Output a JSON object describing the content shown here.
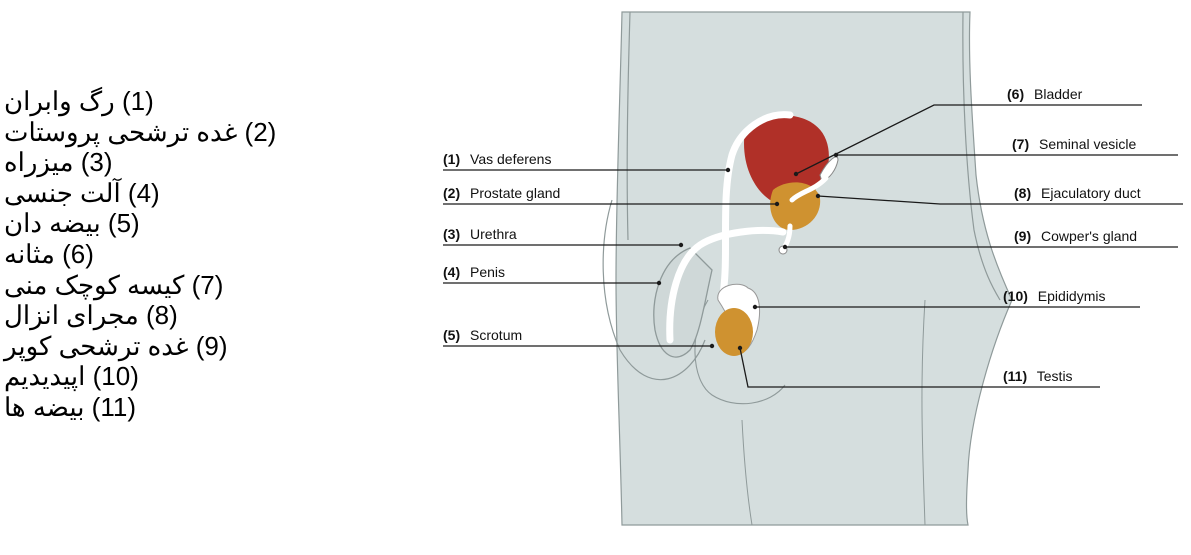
{
  "legend": [
    {
      "num": "(1)",
      "fa": "رگ وابران"
    },
    {
      "num": "(2)",
      "fa": "غده ترشحی پروستات"
    },
    {
      "num": "(3)",
      "fa": "میزراه"
    },
    {
      "num": "(4)",
      "fa": "آلت جنسی"
    },
    {
      "num": "(5)",
      "fa": "بیضه دان"
    },
    {
      "num": "(6)",
      "fa": "مثانه"
    },
    {
      "num": "(7)",
      "fa": "کیسه کوچک منی"
    },
    {
      "num": "(8)",
      "fa": "مجرای انزال"
    },
    {
      "num": "(9)",
      "fa": "غده ترشحی کوپر"
    },
    {
      "num": "(10)",
      "fa": "اپیدیدیم"
    },
    {
      "num": "(11)",
      "fa": "بیضه ها"
    }
  ],
  "labels": {
    "vas_deferens": {
      "num": "(1)",
      "text": "Vas deferens"
    },
    "prostate_gland": {
      "num": "(2)",
      "text": "Prostate gland"
    },
    "urethra": {
      "num": "(3)",
      "text": "Urethra"
    },
    "penis": {
      "num": "(4)",
      "text": "Penis"
    },
    "scrotum": {
      "num": "(5)",
      "text": "Scrotum"
    },
    "bladder": {
      "num": "(6)",
      "text": "Bladder"
    },
    "seminal_vesicle": {
      "num": "(7)",
      "text": "Seminal vesicle"
    },
    "ejaculatory_duct": {
      "num": "(8)",
      "text": "Ejaculatory duct"
    },
    "cowpers_gland": {
      "num": "(9)",
      "text": "Cowper's gland"
    },
    "epididymis": {
      "num": "(10)",
      "text": "Epididymis"
    },
    "testis": {
      "num": "(11)",
      "text": "Testis"
    }
  },
  "colors": {
    "body_fill": "#d5dede",
    "outline": "#8f9a9a",
    "bladder": "#b03028",
    "gland": "#cf9230",
    "duct": "#ffffff",
    "leader": "#1a1a1a"
  }
}
